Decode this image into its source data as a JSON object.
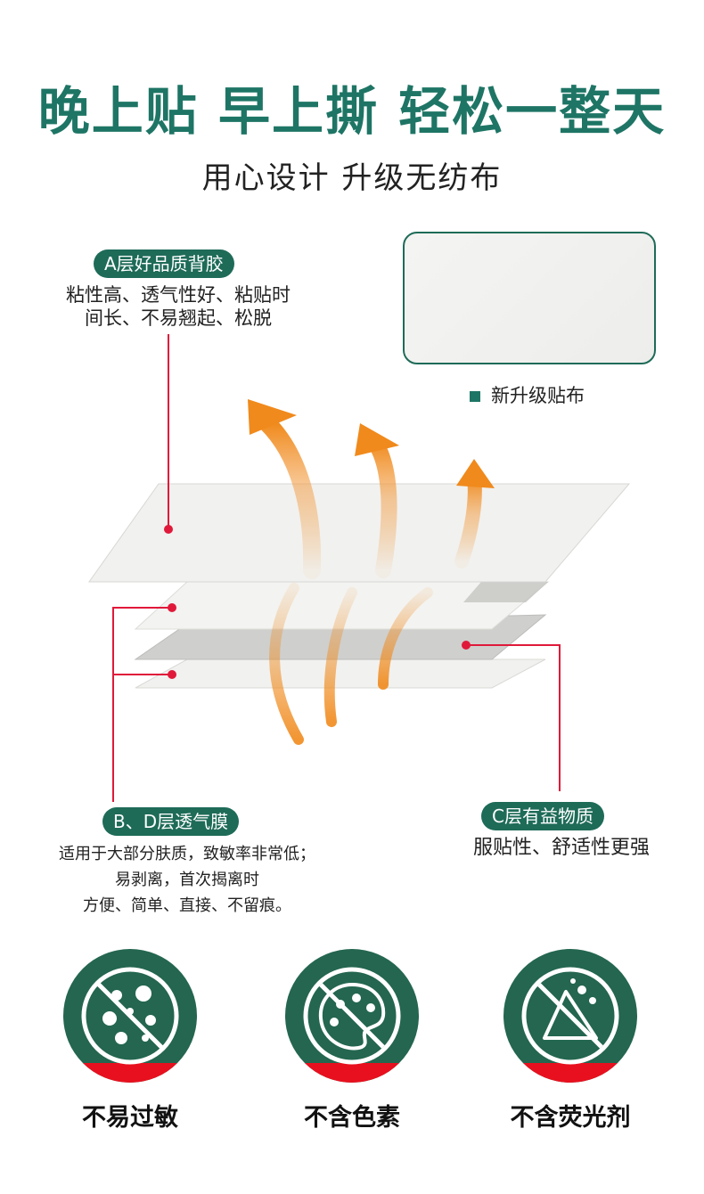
{
  "header": {
    "headline": "晚上贴 早上撕 轻松一整天",
    "subhead": "用心设计  升级无纺布"
  },
  "layers": {
    "a": {
      "label": "A层好品质背胶",
      "desc_line1": "粘性高、透气性好、粘贴时",
      "desc_line2": "间长、不易翘起、松脱"
    },
    "bd": {
      "label": "B、D层透气膜",
      "desc_line1": "适用于大部分肤质，致敏率非常低；",
      "desc_line2": "易剥离，首次揭离时",
      "desc_line3": "方便、简单、直接、不留痕。"
    },
    "c": {
      "label": "C层有益物质",
      "desc_line1": "服贴性、舒适性更强"
    }
  },
  "swatch": {
    "caption": "新升级贴布"
  },
  "features": [
    {
      "label": "不易过敏",
      "icon": "no-allergen-icon"
    },
    {
      "label": "不含色素",
      "icon": "no-pigment-icon"
    },
    {
      "label": "不含荧光剂",
      "icon": "no-fluorescent-icon"
    }
  ],
  "colors": {
    "brand_green": "#1e7565",
    "pill_green": "#1e6b58",
    "pointer_red": "#e0193a",
    "arrow_orange": "#f08a1c"
  }
}
